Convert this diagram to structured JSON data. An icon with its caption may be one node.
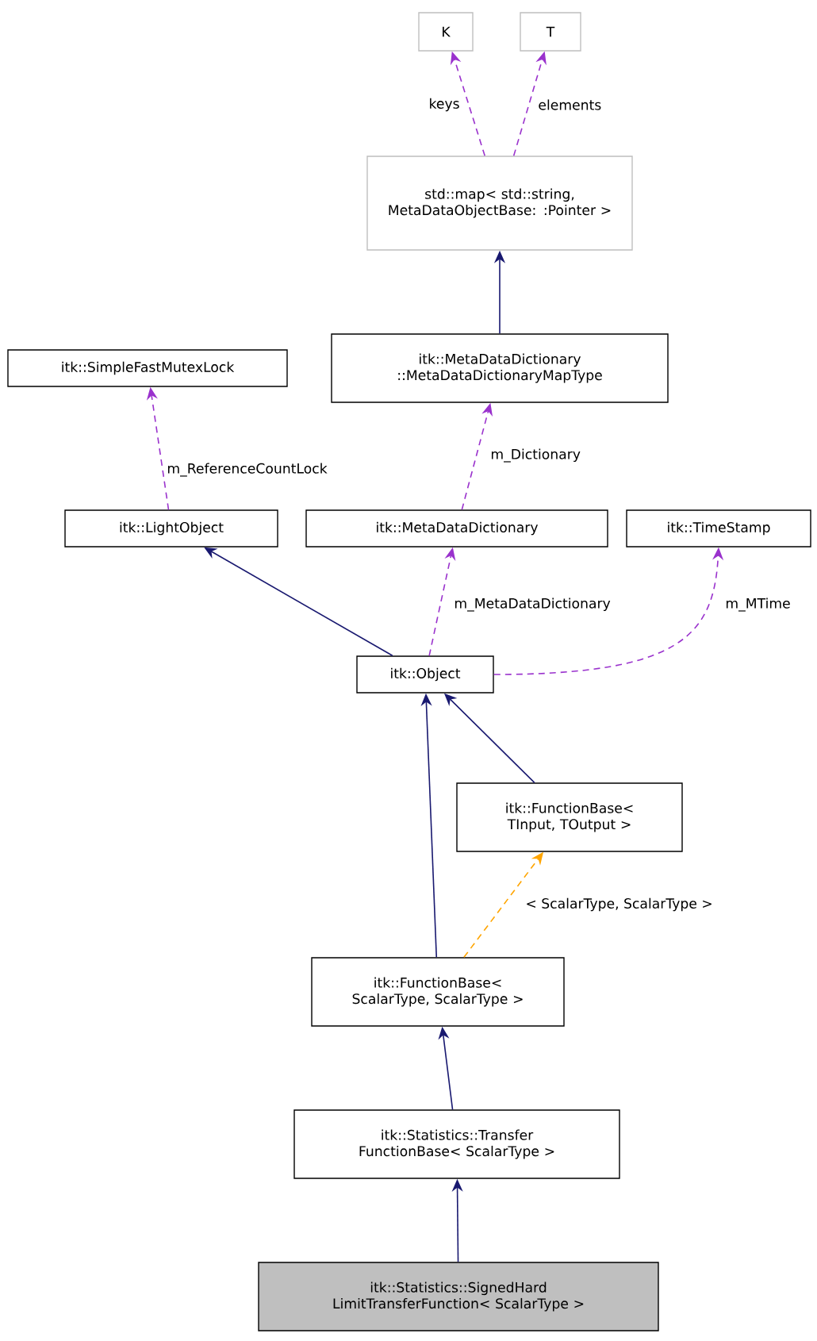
{
  "diagram": {
    "nodes": [
      {
        "text": [
          "K"
        ]
      },
      {
        "text": [
          "T"
        ]
      },
      {
        "text": [
          "std::map< std::string, MetaDataObjectBase: :Pointer >"
        ]
      },
      {
        "text": [
          "itk::SimpleFastMutexLock"
        ]
      },
      {
        "text": [
          "itk::MetaDataDictionary ::MetaDataDictionaryMapType"
        ]
      },
      {
        "text": [
          "itk::LightObject"
        ]
      },
      {
        "text": [
          "itk::MetaDataDictionary"
        ]
      },
      {
        "text": [
          "itk::TimeStamp"
        ]
      },
      {
        "text": [
          "itk::Object"
        ]
      },
      {
        "text": [
          "itk::FunctionBase< TInput, TOutput >"
        ]
      },
      {
        "text": [
          "itk::FunctionBase< ScalarType, ScalarType >"
        ]
      },
      {
        "text": [
          "itk::Statistics::Transfer FunctionBase< ScalarType >"
        ]
      },
      {
        "text": [
          "itk::Statistics::SignedHard LimitTransferFunction< ScalarType >"
        ]
      }
    ],
    "edges": [
      {
        "from": 2,
        "to": 0,
        "arrow": "to",
        "label": "keys",
        "style": "dashed",
        "color": "#9a32cd"
      },
      {
        "from": 2,
        "to": 1,
        "arrow": "to",
        "label": "elements",
        "style": "dashed",
        "color": "#9a32cd"
      },
      {
        "from": 4,
        "to": 2,
        "arrow": "to",
        "color": "#191970"
      },
      {
        "from": 5,
        "to": 3,
        "arrow": "to",
        "label": "m_ReferenceCountLock",
        "style": "dashed",
        "color": "#9a32cd"
      },
      {
        "from": 6,
        "to": 4,
        "arrow": "to",
        "label": "m_Dictionary",
        "style": "dashed",
        "color": "#9a32cd"
      },
      {
        "from": 8,
        "to": 5,
        "arrow": "to",
        "color": "#191970"
      },
      {
        "from": 8,
        "to": 6,
        "arrow": "to",
        "label": "m_MetaDataDictionary",
        "style": "dashed",
        "color": "#9a32cd"
      },
      {
        "from": 8,
        "to": 7,
        "arrow": "to",
        "label": "m_MTime",
        "style": "dashed",
        "color": "#9a32cd"
      },
      {
        "from": 9,
        "to": 8,
        "arrow": "to",
        "color": "#191970"
      },
      {
        "from": 10,
        "to": 8,
        "arrow": "to",
        "color": "#191970"
      },
      {
        "from": 10,
        "to": 9,
        "arrow": "to",
        "label": "< ScalarType, ScalarType >",
        "style": "dashed",
        "color": "#ffa500"
      },
      {
        "from": 11,
        "to": 10,
        "arrow": "to",
        "color": "#191970"
      },
      {
        "from": 12,
        "to": 11,
        "arrow": "to",
        "color": "#191970"
      }
    ]
  }
}
